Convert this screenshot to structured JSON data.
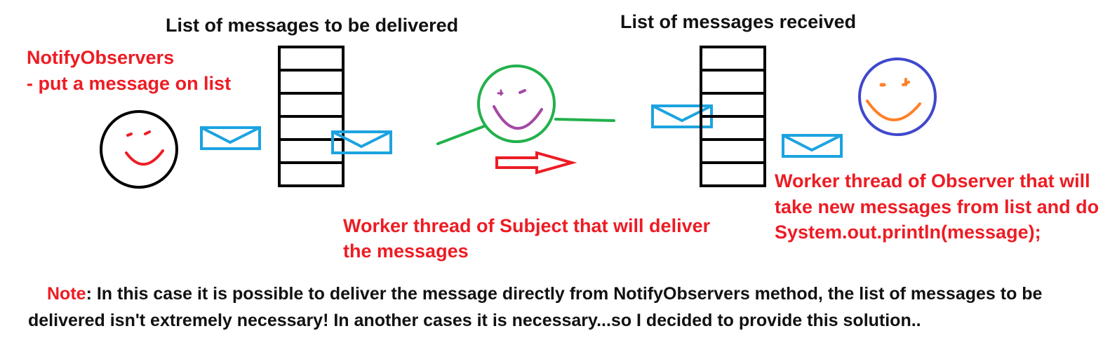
{
  "colors": {
    "red": "#ed1c24",
    "blue": "#1ca3e0",
    "green": "#22b14c",
    "purple": "#a349a4",
    "orange": "#ff7f27",
    "navy": "#3f48cc",
    "black": "#000000"
  },
  "icons": [
    "publisher-smiley-icon",
    "envelope-icon",
    "message-queue-icon",
    "delivery-worker-smiley-icon",
    "arrow-right-icon",
    "observer-smiley-icon"
  ],
  "labels": {
    "outgoing_list_title": "List of messages to be delivered",
    "incoming_list_title": "List of messages received",
    "notify_line1": "NotifyObservers",
    "notify_line2": "- put a message on list",
    "subject_worker_line1": "Worker thread of Subject that will deliver",
    "subject_worker_line2": "the messages",
    "observer_worker_line1": "Worker thread of Observer that will",
    "observer_worker_line2": "take new messages from list and do",
    "observer_worker_line3": "System.out.println(message);"
  },
  "note": {
    "prefix": "Note",
    "line1_rest": ": In this case it is possible to deliver the message directly from NotifyObservers method, the list of messages to be",
    "line2": "delivered isn't extremely necessary!  In another cases it is necessary...so I decided to provide this solution.."
  }
}
